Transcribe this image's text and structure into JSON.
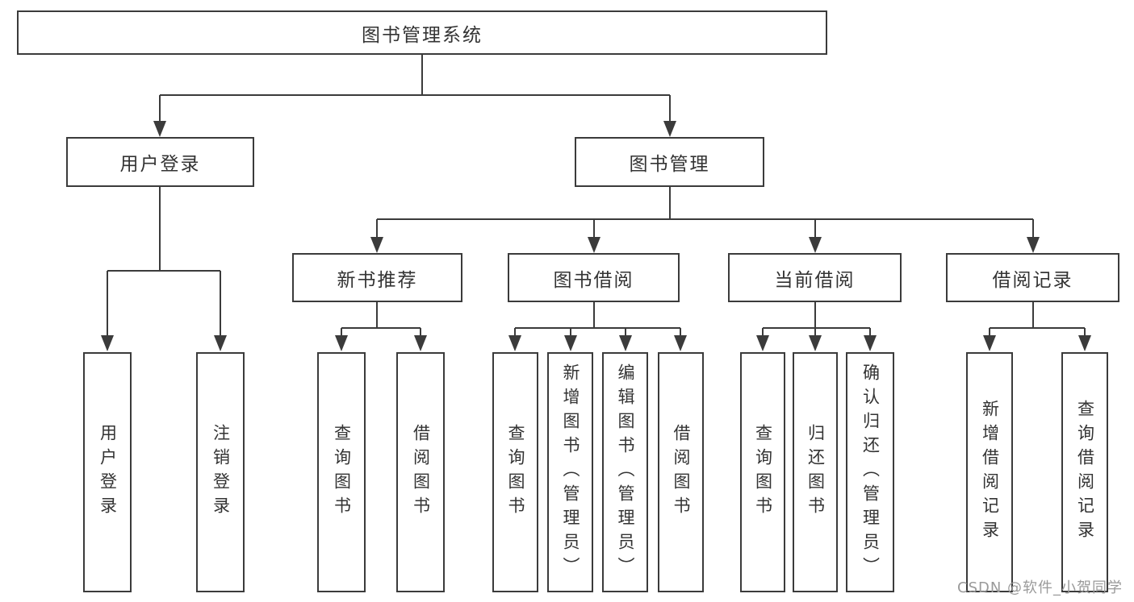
{
  "nodes": {
    "root": "图书管理系统",
    "login": {
      "label": "用户登录",
      "children": [
        "用户登录",
        "注销登录"
      ]
    },
    "mgmt": {
      "label": "图书管理"
    },
    "sections": [
      {
        "label": "新书推荐",
        "children": [
          "查询图书",
          "借阅图书"
        ]
      },
      {
        "label": "图书借阅",
        "children": [
          "查询图书",
          "新增图书（管理员）",
          "编辑图书（管理员）",
          "借阅图书"
        ]
      },
      {
        "label": "当前借阅",
        "children": [
          "查询图书",
          "归还图书",
          "确认归还（管理员）"
        ]
      },
      {
        "label": "借阅记录",
        "children": [
          "新增借阅记录",
          "查询借阅记录"
        ]
      }
    ]
  },
  "watermark": "CSDN @软件_小贺同学",
  "colors": {
    "line": "#3b3b3b",
    "text": "#333333",
    "background": "#ffffff",
    "watermark": "#9a9a9a"
  }
}
